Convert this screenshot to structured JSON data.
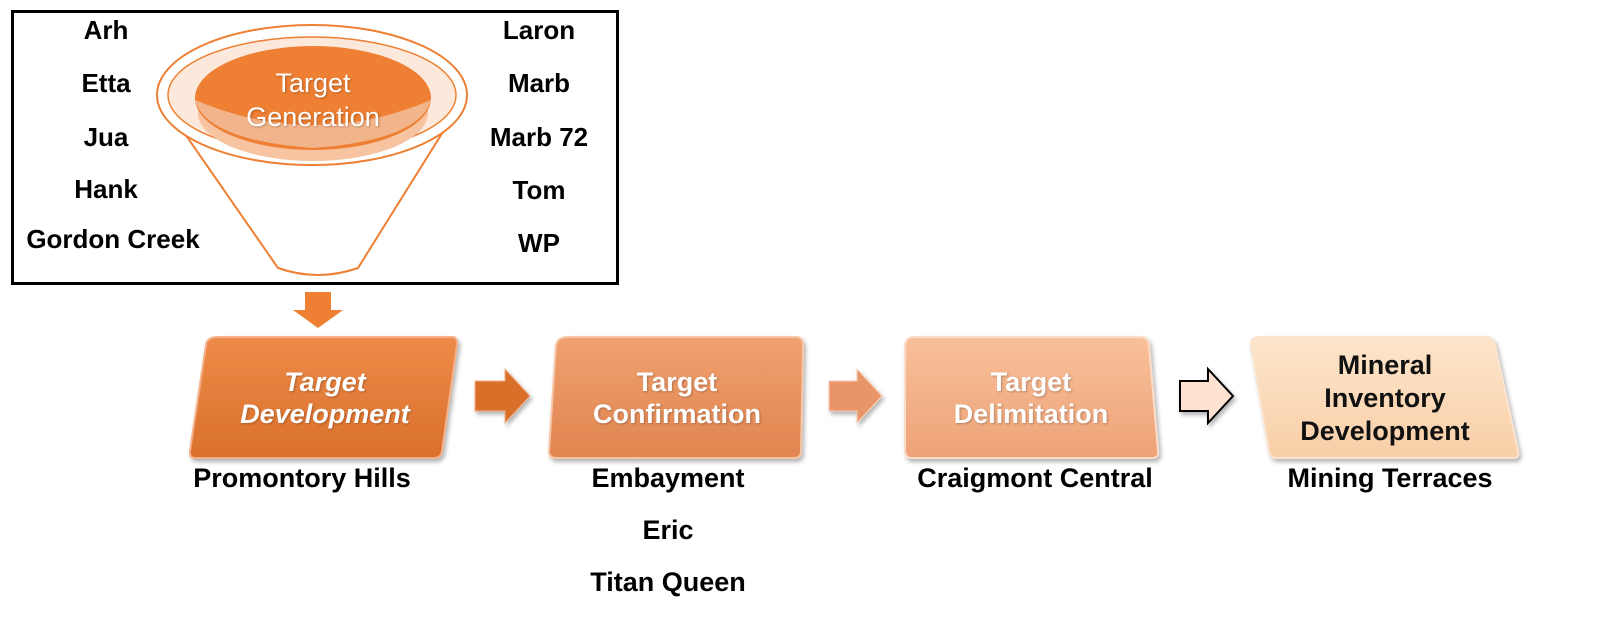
{
  "funnel": {
    "title_line1": "Target",
    "title_line2": "Generation",
    "left_targets": [
      "Arh",
      "Etta",
      "Jua",
      "Hank",
      "Gordon Creek"
    ],
    "right_targets": [
      "Laron",
      "Marb",
      "Marb 72",
      "Tom",
      "WP"
    ]
  },
  "stages": [
    {
      "line1": "Target",
      "line2": "Development",
      "line3": "",
      "projects": [
        "Promontory Hills"
      ]
    },
    {
      "line1": "Target",
      "line2": "Confirmation",
      "line3": "",
      "projects": [
        "Embayment",
        "Eric",
        "Titan Queen"
      ]
    },
    {
      "line1": "Target",
      "line2": "Delimitation",
      "line3": "",
      "projects": [
        "Craigmont Central"
      ]
    },
    {
      "line1": "Mineral",
      "line2": "Inventory",
      "line3": "Development",
      "projects": [
        "Mining Terraces"
      ]
    }
  ],
  "colors": {
    "stage1": "#e07a38",
    "stage2": "#e89060",
    "stage3": "#f2ae82",
    "stage4": "#fbd8b4",
    "funnel_orange": "#ee7f33",
    "funnel_light": "#f7c3a0"
  }
}
